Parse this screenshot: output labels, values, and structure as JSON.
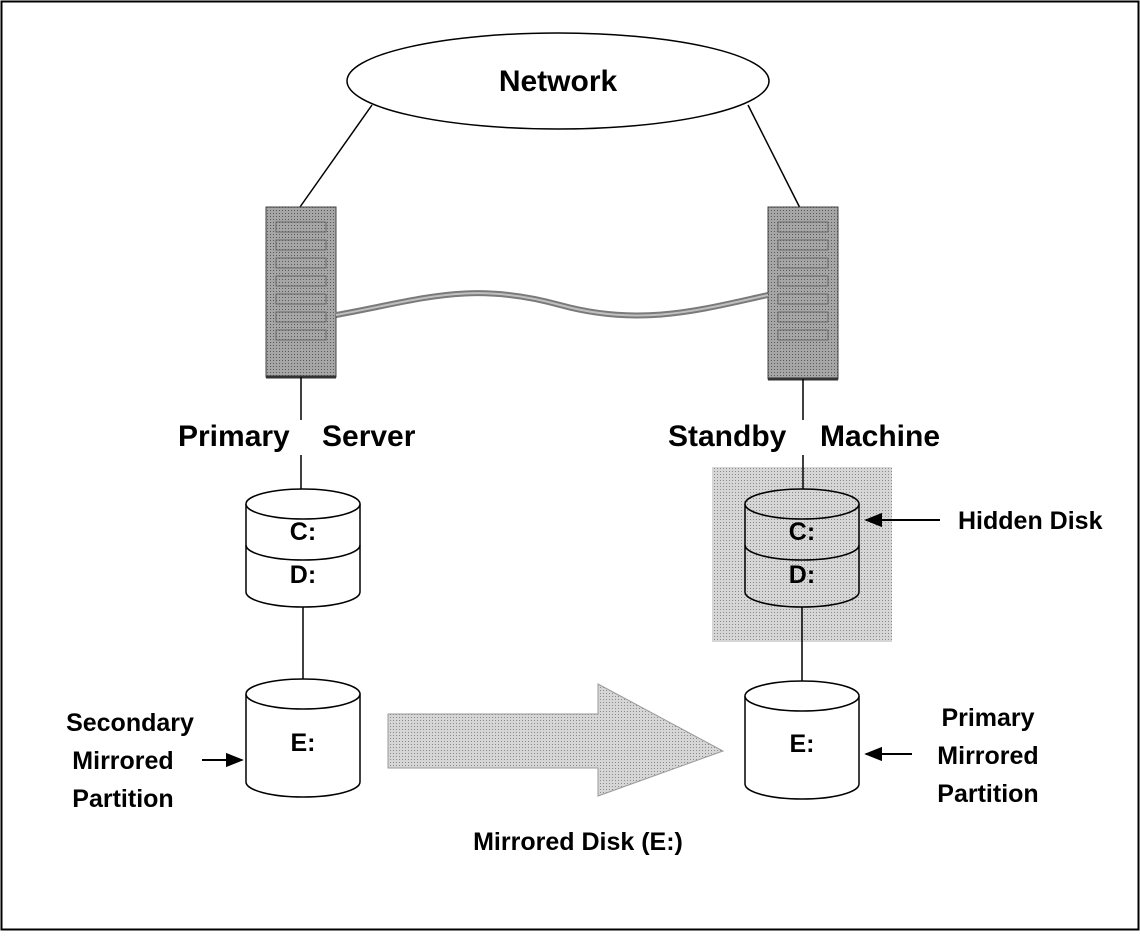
{
  "network": {
    "label": "Network"
  },
  "servers": {
    "primary": {
      "label_word1": "Primary",
      "label_word2": "Server"
    },
    "standby": {
      "label_word1": "Standby",
      "label_word2": "Machine"
    }
  },
  "disks": {
    "primary_system": {
      "top_label": "C:",
      "bottom_label": "D:"
    },
    "standby_system": {
      "top_label": "C:",
      "bottom_label": "D:"
    },
    "primary_mirror": {
      "label": "E:"
    },
    "standby_mirror": {
      "label": "E:"
    }
  },
  "callouts": {
    "hidden_disk": "Hidden Disk",
    "secondary_mirrored": {
      "line1": "Secondary",
      "line2": "Mirrored",
      "line3": "Partition"
    },
    "primary_mirrored": {
      "line1": "Primary",
      "line2": "Mirrored",
      "line3": "Partition"
    }
  },
  "mirror_arrow": {
    "label": "Mirrored Disk (E:)"
  },
  "colors": {
    "server_fill": "#9a9a9a",
    "highlight_fill": "#c8c8c8",
    "arrow_fill": "#cfcfcf"
  }
}
